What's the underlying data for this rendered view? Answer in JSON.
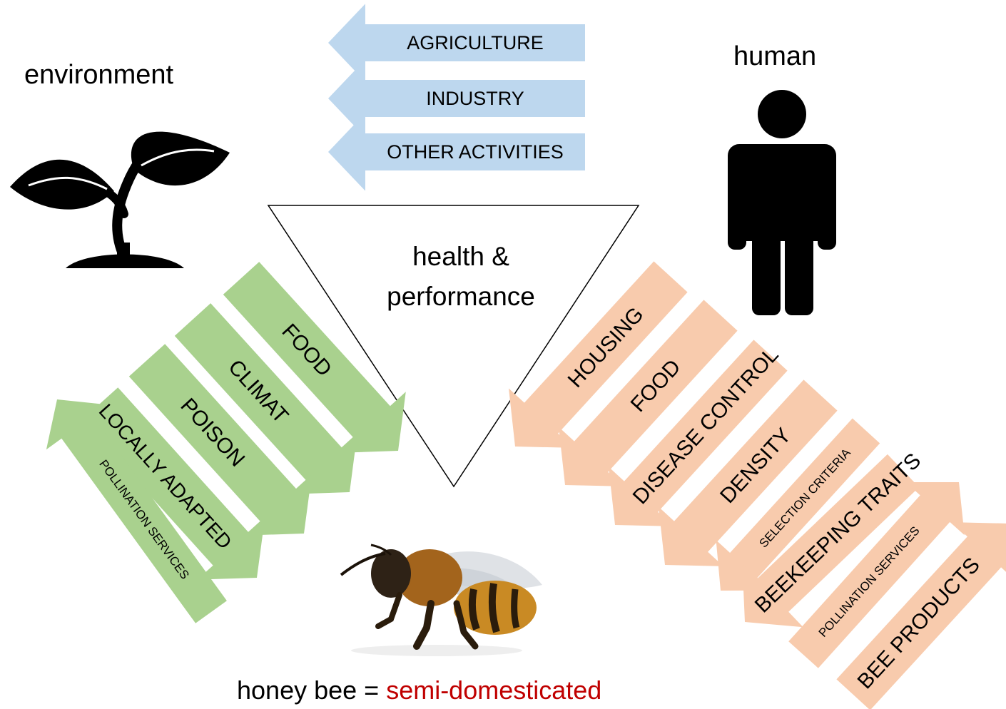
{
  "environment": {
    "title": "environment",
    "icon": "plant-sprout-icon",
    "arrow_color": "#a9d18e",
    "arrows": [
      {
        "label": "FOOD",
        "direction": "in"
      },
      {
        "label": "CLIMAT",
        "direction": "in"
      },
      {
        "label": "POISON",
        "direction": "in"
      },
      {
        "label": "LOCALLY ADAPTED",
        "direction": "in"
      },
      {
        "label": "POLLINATION SERVICES",
        "direction": "out"
      }
    ]
  },
  "human": {
    "title": "human",
    "icon": "person-icon",
    "arrow_color": "#f8cbad",
    "arrows": [
      {
        "label": "HOUSING",
        "direction": "in"
      },
      {
        "label": "FOOD",
        "direction": "in"
      },
      {
        "label": "DISEASE CONTROL",
        "direction": "in"
      },
      {
        "label": "DENSITY",
        "direction": "in"
      },
      {
        "label": "SELECTION CRITERIA",
        "direction": "in"
      },
      {
        "label": "BEEKEEPING TRAITS",
        "direction": "in"
      },
      {
        "label": "POLLINATION SERVICES",
        "direction": "out"
      },
      {
        "label": "BEE PRODUCTS",
        "direction": "out"
      }
    ]
  },
  "pressures": {
    "arrow_color": "#bdd7ee",
    "arrows": [
      {
        "label": "AGRICULTURE"
      },
      {
        "label": "INDUSTRY"
      },
      {
        "label": "OTHER ACTIVITIES"
      }
    ]
  },
  "center": {
    "line1": "health &",
    "line2": "performance"
  },
  "footer": {
    "prefix": "honey bee = ",
    "highlight": "semi-domesticated",
    "highlight_color": "#c00000"
  },
  "bee_icon": "honey-bee-icon"
}
